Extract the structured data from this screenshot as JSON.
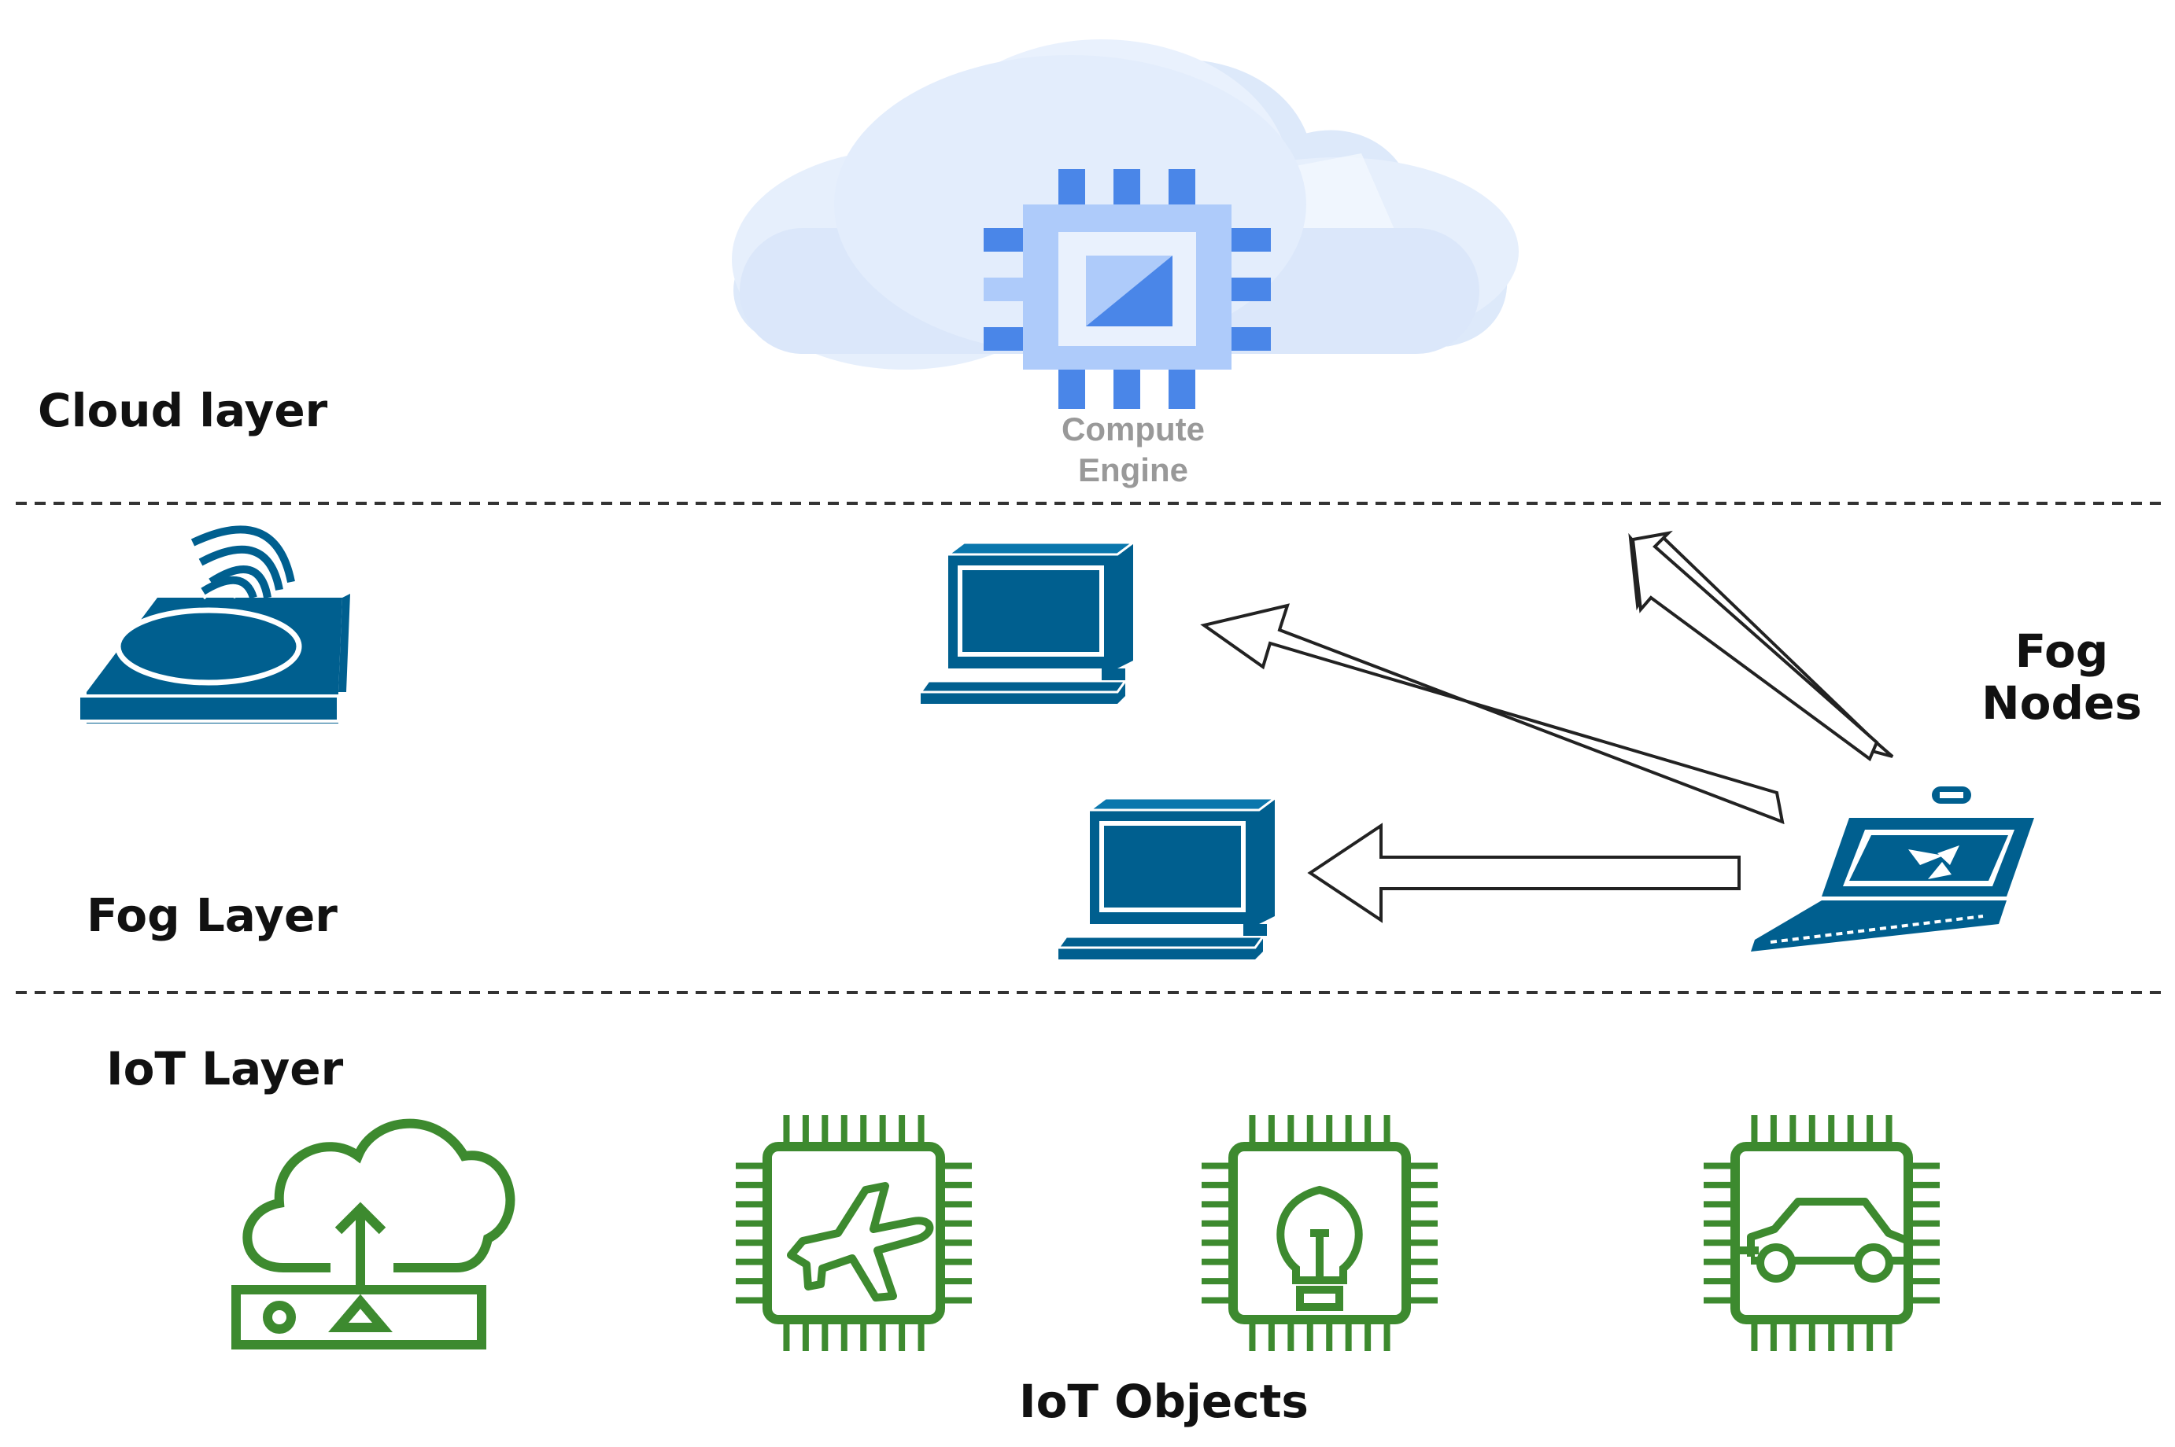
{
  "layers": {
    "cloud": {
      "label": "Cloud layer"
    },
    "fog": {
      "label": "Fog Layer"
    },
    "iot": {
      "label": "IoT Layer"
    }
  },
  "cloud_node": {
    "line1": "Compute",
    "line2": "Engine",
    "icon": "compute-engine-chip-icon"
  },
  "fog_nodes": {
    "line1": "Fog",
    "line2": "Nodes"
  },
  "iot_objects": {
    "label": "IoT Objects",
    "items": [
      {
        "icon": "cloud-upload-gateway-icon"
      },
      {
        "icon": "airplane-chip-icon"
      },
      {
        "icon": "lightbulb-chip-icon"
      },
      {
        "icon": "car-chip-icon"
      }
    ]
  },
  "colors": {
    "cloud_fill": "#dde9fa",
    "chip_blue": "#4a86e8",
    "chip_light": "#aecbfa",
    "device_blue": "#005f8f",
    "iot_green": "#3d8a2f",
    "divider": "#333333",
    "arrow_fill": "#ffffff",
    "arrow_stroke": "#222222"
  }
}
